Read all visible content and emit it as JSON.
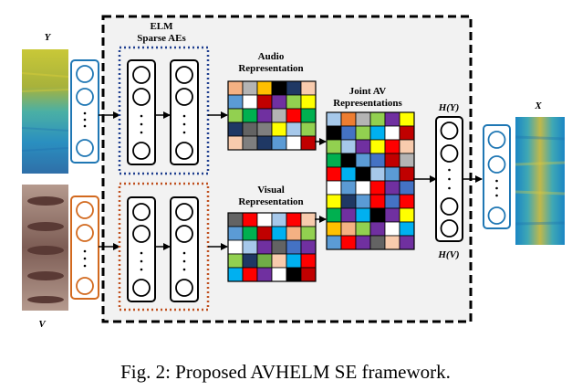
{
  "labels": {
    "input_audio": "Y",
    "input_visual": "V",
    "elm_title_line1": "ELM",
    "elm_title_line2": "Sparse AEs",
    "audio_rep_line1": "Audio",
    "audio_rep_line2": "Representation",
    "visual_rep_line1": "Visual",
    "visual_rep_line2": "Representation",
    "joint_line1": "Joint AV",
    "joint_line2": "Representations",
    "h_top": "H(Y)",
    "h_bottom": "H(V)",
    "output": "X"
  },
  "caption": "Fig. 2: Proposed AVHELM SE framework.",
  "colors": {
    "input_box_audio": "#1f77b4",
    "input_box_visual": "#d2691e",
    "elm_border_audio": "#1f3f8f",
    "elm_border_visual": "#c0501f",
    "output_box": "#1f77b4",
    "framework_bg": "#f2f2f2"
  },
  "palette": [
    "#a6c8ea",
    "#f4b183",
    "#b4b4b4",
    "#ffff00",
    "#5b9bd5",
    "#70ad47",
    "#264478",
    "#9e480e",
    "#636363",
    "#997300",
    "#7030a0",
    "#00b0f0",
    "#ff0000",
    "#c00000",
    "#92d050",
    "#00b050",
    "#ffc000",
    "#7f7f7f",
    "#ffffff",
    "#000000",
    "#1f3864",
    "#ed7d31",
    "#4472c4",
    "#f8cbad"
  ],
  "grids": {
    "audio": [
      [
        1,
        2,
        16,
        19,
        20,
        23
      ],
      [
        4,
        18,
        13,
        10,
        14,
        3
      ],
      [
        14,
        15,
        10,
        2,
        12,
        15
      ],
      [
        20,
        8,
        17,
        3,
        0,
        14
      ],
      [
        23,
        17,
        20,
        4,
        18,
        13
      ]
    ],
    "visual": [
      [
        8,
        12,
        18,
        0,
        12,
        23
      ],
      [
        4,
        15,
        13,
        11,
        1,
        14
      ],
      [
        18,
        0,
        10,
        8,
        22,
        10
      ],
      [
        14,
        20,
        5,
        23,
        11,
        12
      ],
      [
        11,
        12,
        10,
        18,
        19,
        13
      ]
    ],
    "joint": [
      [
        0,
        21,
        2,
        14,
        10,
        3
      ],
      [
        19,
        22,
        14,
        11,
        18,
        13
      ],
      [
        14,
        0,
        10,
        3,
        12,
        23
      ],
      [
        15,
        19,
        4,
        22,
        13,
        2
      ],
      [
        12,
        11,
        19,
        0,
        4,
        13
      ],
      [
        18,
        4,
        18,
        12,
        10,
        22
      ],
      [
        3,
        20,
        4,
        12,
        22,
        12
      ],
      [
        15,
        10,
        11,
        19,
        10,
        3
      ],
      [
        16,
        1,
        14,
        10,
        18,
        11
      ],
      [
        4,
        12,
        10,
        8,
        23,
        10
      ]
    ]
  }
}
